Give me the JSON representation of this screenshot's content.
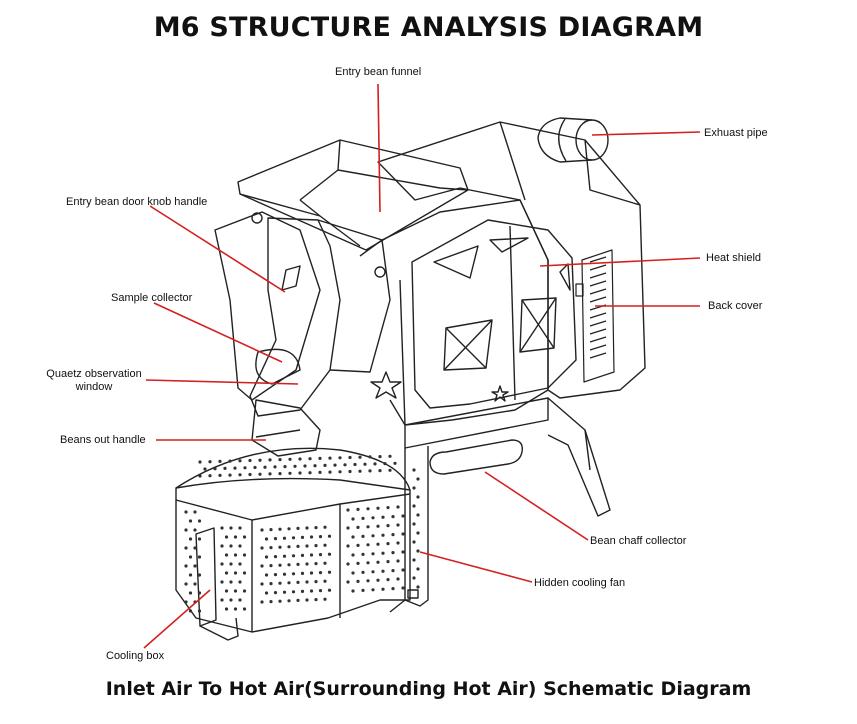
{
  "title": "M6  STRUCTURE ANALYSIS DIAGRAM",
  "footer": "Inlet Air To Hot Air(Surrounding Hot Air) Schematic Diagram",
  "labels": {
    "entry_bean_funnel": "Entry bean funnel",
    "exhaust_pipe": "Exhuast pipe",
    "entry_bean_door_knob_handle": "Entry bean door knob handle",
    "heat_shield": "Heat shield",
    "sample_collector": "Sample collector",
    "back_cover": "Back cover",
    "quartz_window_line1": "Quaetz observation",
    "quartz_window_line2": "window",
    "beans_out_handle": "Beans out handle",
    "bean_chaff_collector": "Bean chaff collector",
    "hidden_cooling_fan": "Hidden cooling fan",
    "cooling_box": "Cooling box"
  },
  "colors": {
    "leader_line": "#d42020",
    "drawing": "#222222"
  }
}
